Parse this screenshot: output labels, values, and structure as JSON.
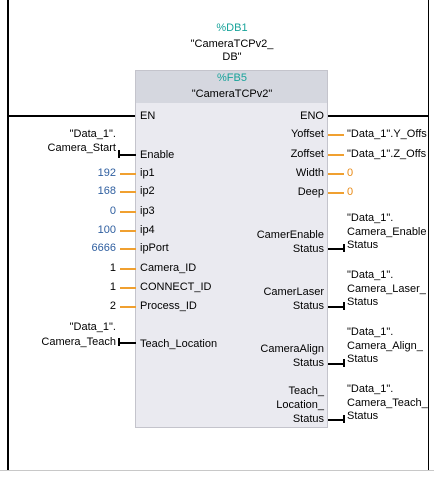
{
  "instance_db": {
    "address": "%DB1",
    "name_line1": "\"CameraTCPv2_",
    "name_line2": "DB\""
  },
  "block": {
    "address": "%FB5",
    "name": "\"CameraTCPv2\"",
    "en": "EN",
    "eno": "ENO"
  },
  "inputs": {
    "enable": {
      "pin": "Enable",
      "arg_line1": "\"Data_1\".",
      "arg_line2": "Camera_Start"
    },
    "ip1": {
      "pin": "ip1",
      "value": "192"
    },
    "ip2": {
      "pin": "ip2",
      "value": "168"
    },
    "ip3": {
      "pin": "ip3",
      "value": "0"
    },
    "ip4": {
      "pin": "ip4",
      "value": "100"
    },
    "ipPort": {
      "pin": "ipPort",
      "value": "6666"
    },
    "camera_id": {
      "pin": "Camera_ID",
      "value": "1"
    },
    "connect_id": {
      "pin": "CONNECT_ID",
      "value": "1"
    },
    "process_id": {
      "pin": "Process_ID",
      "value": "2"
    },
    "teach_location": {
      "pin": "Teach_Location",
      "arg_line1": "\"Data_1\".",
      "arg_line2": "Camera_Teach"
    }
  },
  "outputs": {
    "yoffset": {
      "pin": "Yoffset",
      "arg": "\"Data_1\".Y_Offs"
    },
    "zoffset": {
      "pin": "Zoffset",
      "arg": "\"Data_1\".Z_Offs"
    },
    "width": {
      "pin": "Width",
      "value": "0"
    },
    "deep": {
      "pin": "Deep",
      "value": "0"
    },
    "camer_enable_status": {
      "pin_line1": "CamerEnable",
      "pin_line2": "Status",
      "arg_line1": "\"Data_1\".",
      "arg_line2": "Camera_Enable",
      "arg_line3": "Status"
    },
    "camer_laser_status": {
      "pin_line1": "CamerLaser",
      "pin_line2": "Status",
      "arg_line1": "\"Data_1\".",
      "arg_line2": "Camera_Laser_",
      "arg_line3": "Status"
    },
    "camera_align_status": {
      "pin_line1": "CameraAlign",
      "pin_line2": "Status",
      "arg_line1": "\"Data_1\".",
      "arg_line2": "Camera_Align_",
      "arg_line3": "Status"
    },
    "teach_location_status": {
      "pin_line1": "Teach_",
      "pin_line2": "Location_",
      "pin_line3": "Status",
      "arg_line1": "\"Data_1\".",
      "arg_line2": "Camera_Teach_",
      "arg_line3": "Status"
    }
  },
  "colors": {
    "db_address": "#18a39a",
    "constant": "#2f5fa0",
    "wire_const": "#f0a030",
    "block_bg": "#eaeaf0",
    "block_header": "#d5d7df"
  }
}
